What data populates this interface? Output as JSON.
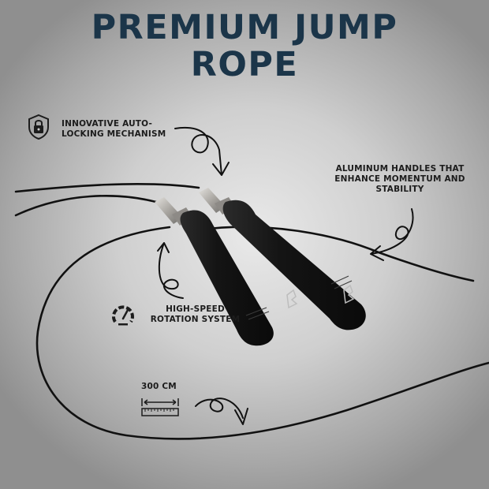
{
  "title": {
    "line1": "PREMIUM JUMP",
    "line2": "ROPE"
  },
  "features": [
    {
      "id": "auto-locking",
      "icon": "lock-shield-icon",
      "line1": "INNOVATIVE AUTO-",
      "line2": "LOCKING MECHANISM"
    },
    {
      "id": "aluminum-handles",
      "icon": "",
      "line1": "ALUMINUM HANDLES THAT",
      "line2": "ENHANCE MOMENTUM AND",
      "line3": "STABILITY"
    },
    {
      "id": "high-speed",
      "icon": "speedometer-icon",
      "line1": "HIGH-SPEED",
      "line2": "ROTATION SYSTEM"
    },
    {
      "id": "length",
      "icon": "ruler-icon",
      "line1": "300 CM"
    }
  ],
  "colors": {
    "title": "#1b3549",
    "text": "#1c1c1c",
    "handle": "#151515",
    "metal": "#b8b5b0"
  }
}
